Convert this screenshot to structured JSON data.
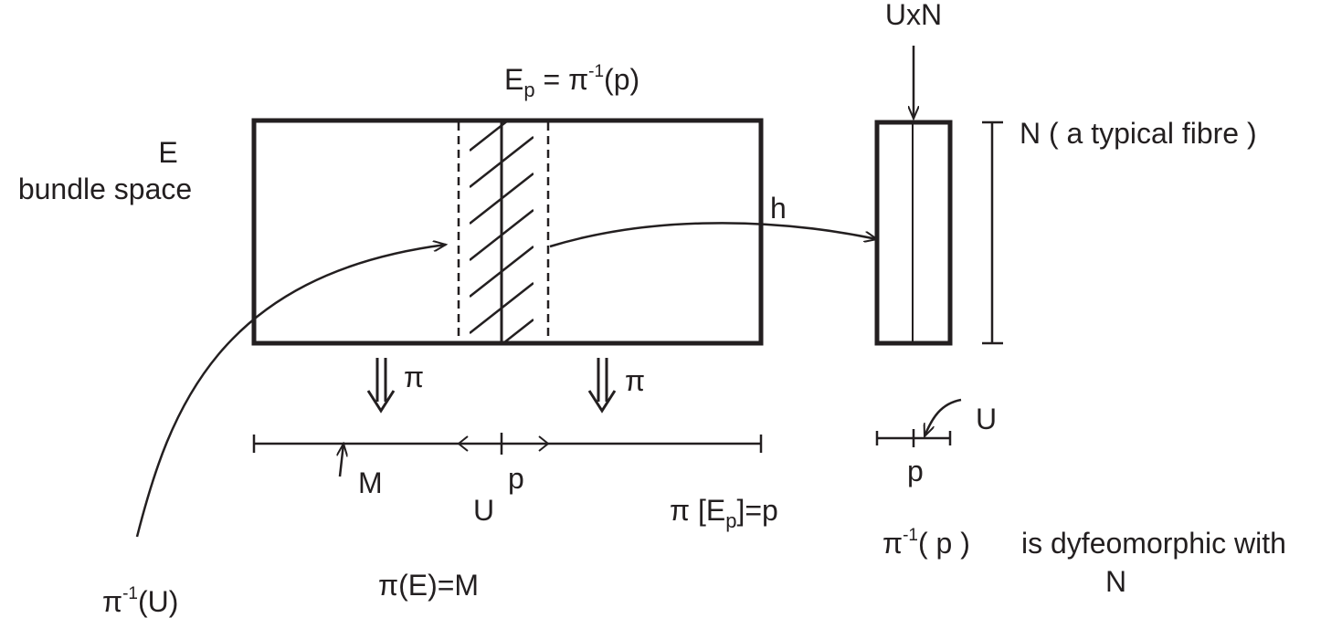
{
  "labels": {
    "E": "E",
    "bundle_space": "bundle space",
    "Ep_main": "E",
    "Ep_sub": "p",
    "Ep_eq": " = ",
    "Ep_pi": "π",
    "Ep_sup": "-1",
    "Ep_arg": "(p)",
    "UxN": "UxN",
    "N_fibre": "N  ( a typical fibre )",
    "h": "h",
    "pi_left": "π",
    "pi_right": "π",
    "M": "M",
    "U_base": "U",
    "p_base": "p",
    "pi_Ep_pi": "π",
    "pi_Ep_open": " [E",
    "pi_Ep_sub": "p",
    "pi_Ep_close": "]=p",
    "U_right": "U",
    "p_right": "p",
    "inv_p_pi": "π",
    "inv_p_sup": "-1",
    "inv_p_arg": "( p )",
    "diffeo_text": "is dyfeomorphic with",
    "diffeo_N": "N",
    "piE_pi": "π",
    "piE_rest": "(E)=M",
    "inv_U_pi": "π",
    "inv_U_sup": "-1",
    "inv_U_arg": "(U)"
  },
  "colors": {
    "ink": "#231f20",
    "background": "#ffffff"
  }
}
